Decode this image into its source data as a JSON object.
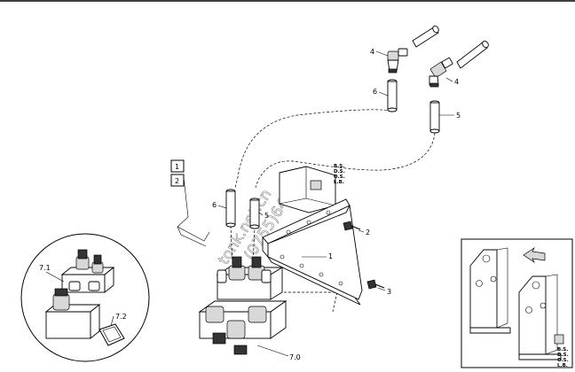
{
  "labels": {
    "elbow_fitting_right": "4",
    "elbow_fitting_left": "4",
    "tube_upper": "6",
    "tube_right": "5",
    "tube_lower_left": "6",
    "tube_lower_right": "5",
    "bracket": "1",
    "bolt_upper": "2",
    "bolt_lower": "3",
    "valve_block": "7.0",
    "detail_valve": "7.1",
    "detail_seal": "7.2",
    "boxed_ref_1": "1",
    "boxed_ref_2": "2"
  },
  "side_codes": [
    "B.S.",
    "D.S.",
    "O.S.",
    "L.B."
  ],
  "inset_codes": [
    "B.S.",
    "D.S.",
    "O.S.",
    "L.B."
  ]
}
